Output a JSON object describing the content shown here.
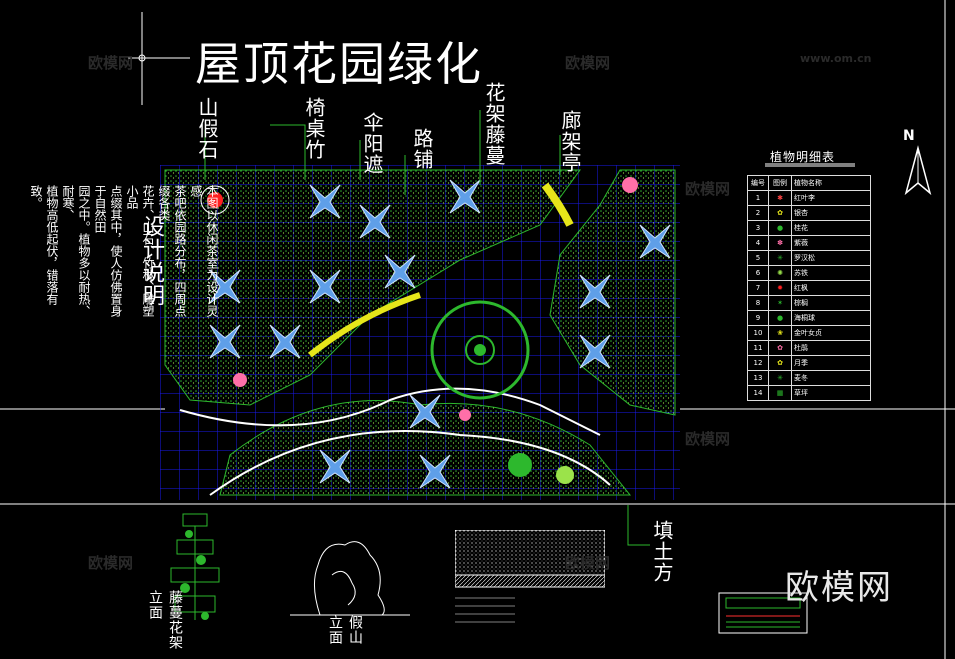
{
  "title": "屋顶花园绿化",
  "labels": {
    "rockery": "山假石",
    "bench_bamboo": "椅桌竹",
    "umbrella": "伞阳遮",
    "pavement": "路铺",
    "pavilion_vine": "花架藤蔓",
    "corridor": "廊架亭",
    "fill_soil": "填土方"
  },
  "design_note": {
    "heading": "设计说明",
    "lines": [
      "本图以休闲茶室为设计灵感",
      "茶吧依园路分布，四周点缀各类",
      "花卉、山石、竹林、雕塑小品",
      "点缀其中，使人仿佛置身于自然田",
      "园之中。植物多以耐热、耐寒、",
      "植物高低起伏，错落有致。"
    ]
  },
  "legend": {
    "title": "植物明细表",
    "headers": [
      "编号",
      "图例",
      "植物名称"
    ],
    "rows": [
      {
        "no": "1",
        "name": "红叶李"
      },
      {
        "no": "2",
        "name": "银杏"
      },
      {
        "no": "3",
        "name": "桂花"
      },
      {
        "no": "4",
        "name": "紫薇"
      },
      {
        "no": "5",
        "name": "罗汉松"
      },
      {
        "no": "6",
        "name": "苏铁"
      },
      {
        "no": "7",
        "name": "红枫"
      },
      {
        "no": "8",
        "name": "棕榈"
      },
      {
        "no": "9",
        "name": "海桐球"
      },
      {
        "no": "10",
        "name": "金叶女贞"
      },
      {
        "no": "11",
        "name": "杜鹃"
      },
      {
        "no": "12",
        "name": "月季"
      },
      {
        "no": "13",
        "name": "麦冬"
      },
      {
        "no": "14",
        "name": "草坪"
      }
    ]
  },
  "north": "N",
  "detail_labels": {
    "vine_elevation": "藤蔓花架立面",
    "rockery_elevation": "假山立面"
  },
  "watermarks": [
    "欧模网",
    "www.om.cn"
  ],
  "brand": "欧模网",
  "colors": {
    "background": "#000000",
    "grid": "#1a1aff",
    "green": "#2db82d",
    "yellow": "#e6e61a",
    "pink": "#ff6fa8",
    "blue": "#66aaff"
  }
}
